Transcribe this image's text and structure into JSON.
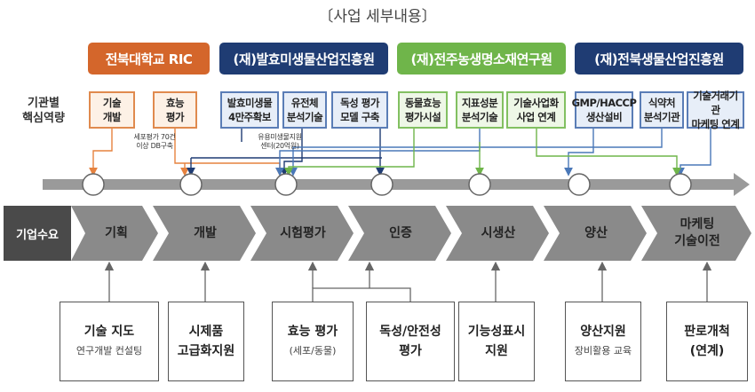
{
  "title": "〔사업 세부내용〕",
  "orgs": [
    {
      "name": "전북대학교 RIC",
      "color": "#d4662b"
    },
    {
      "name": "(재)발효미생물산업진흥원",
      "color": "#1f3c73"
    },
    {
      "name": "(재)전주농생명소재연구원",
      "color": "#6fb54a"
    },
    {
      "name": "(재)전북생물산업진흥원",
      "color": "#1f3c73"
    }
  ],
  "core_label": "기관별\n핵심역량",
  "capabilities": [
    {
      "text": "기술\n개발",
      "org": 0
    },
    {
      "text": "효능\n평가",
      "org": 0
    },
    {
      "text": "발효미생물\n4만주확보",
      "org": 1
    },
    {
      "text": "유전체\n분석기술",
      "org": 1
    },
    {
      "text": "독성 평가\n모델 구축",
      "org": 1
    },
    {
      "text": "동물효능\n평가시설",
      "org": 2
    },
    {
      "text": "지표성분\n분석기술",
      "org": 2
    },
    {
      "text": "기술사업화\n사업 연계",
      "org": 2
    },
    {
      "text": "GMP/HACCP\n생산설비",
      "org": 3
    },
    {
      "text": "식약처\n분석기관",
      "org": 3
    },
    {
      "text": "기술거래기관\n마케팅 연계",
      "org": 3
    }
  ],
  "notes": {
    "efficacy": "세포평가 70건\n이상 DB구축",
    "microbe": "유용미생물지원\n센터(20억원)"
  },
  "demand_label": "기업수요",
  "stages": [
    "기획",
    "개발",
    "시험평가",
    "인증",
    "시생산",
    "양산",
    "마케팅\n기술이전"
  ],
  "supports": [
    {
      "main": "기술 지도",
      "sub": "연구개발 컨설팅"
    },
    {
      "main": "시제품",
      "sub": "고급화지원"
    },
    {
      "main": "효능 평가",
      "sub": "(세포/동물)"
    },
    {
      "main": "독성/안전성",
      "sub": "평가"
    },
    {
      "main": "기능성표시",
      "sub": "지원"
    },
    {
      "main": "양산지원",
      "sub": "장비활용 교육"
    },
    {
      "main": "판로개척",
      "sub": "(연계)"
    }
  ],
  "colors": {
    "orange": "#e6823f",
    "navy": "#1f3c73",
    "blue": "#4a78b8",
    "green": "#6fb54a",
    "chevron": "#8a8a8a",
    "demand": "#4a4a4a"
  }
}
